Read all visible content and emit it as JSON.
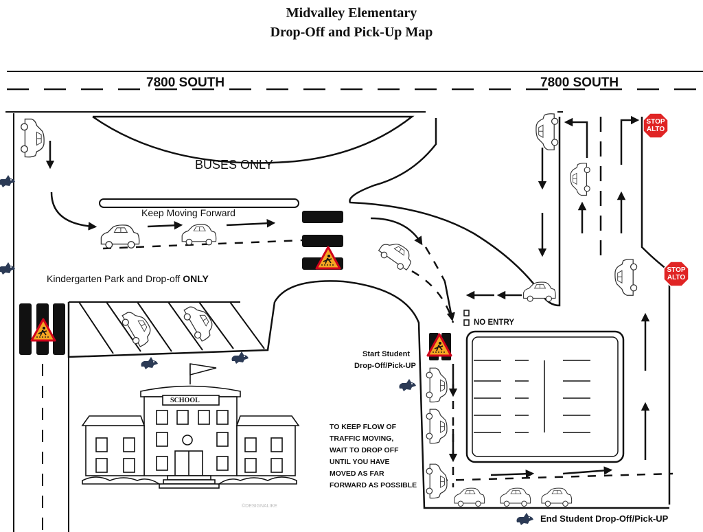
{
  "title_line1": "Midvalley Elementary",
  "title_line2": "Drop-Off  and Pick-Up Map",
  "street_left": "7800 SOUTH",
  "street_right": "7800 SOUTH",
  "buses_only": "BUSES ONLY",
  "keep_moving": "Keep Moving Forward",
  "kindergarten_text": "Kindergarten Park and Drop-off ",
  "kindergarten_bold": "ONLY",
  "no_entry": "NO ENTRY",
  "start_line1": "Start Student",
  "start_line2": "Drop-Off/Pick-UP",
  "flow_note": [
    "TO KEEP FLOW OF",
    "TRAFFIC MOVING,",
    "WAIT TO DROP OFF",
    "UNTIL YOU HAVE",
    "MOVED AS FAR",
    "FORWARD AS POSSIBLE"
  ],
  "end_label": "End Student Drop-Off/Pick-UP",
  "school_sign": "SCHOOL",
  "stop_sign": {
    "line1": "STOP",
    "line2": "ALTO",
    "color": "#e02424"
  },
  "crosswalk_warning_color": "#f5a623",
  "watermark": "©DESIGNALIKE",
  "icons": [
    "car-icon",
    "arrow-icon",
    "crosswalk-sign-icon",
    "stop-sign-icon",
    "husky-mascot-icon",
    "school-building-icon"
  ]
}
